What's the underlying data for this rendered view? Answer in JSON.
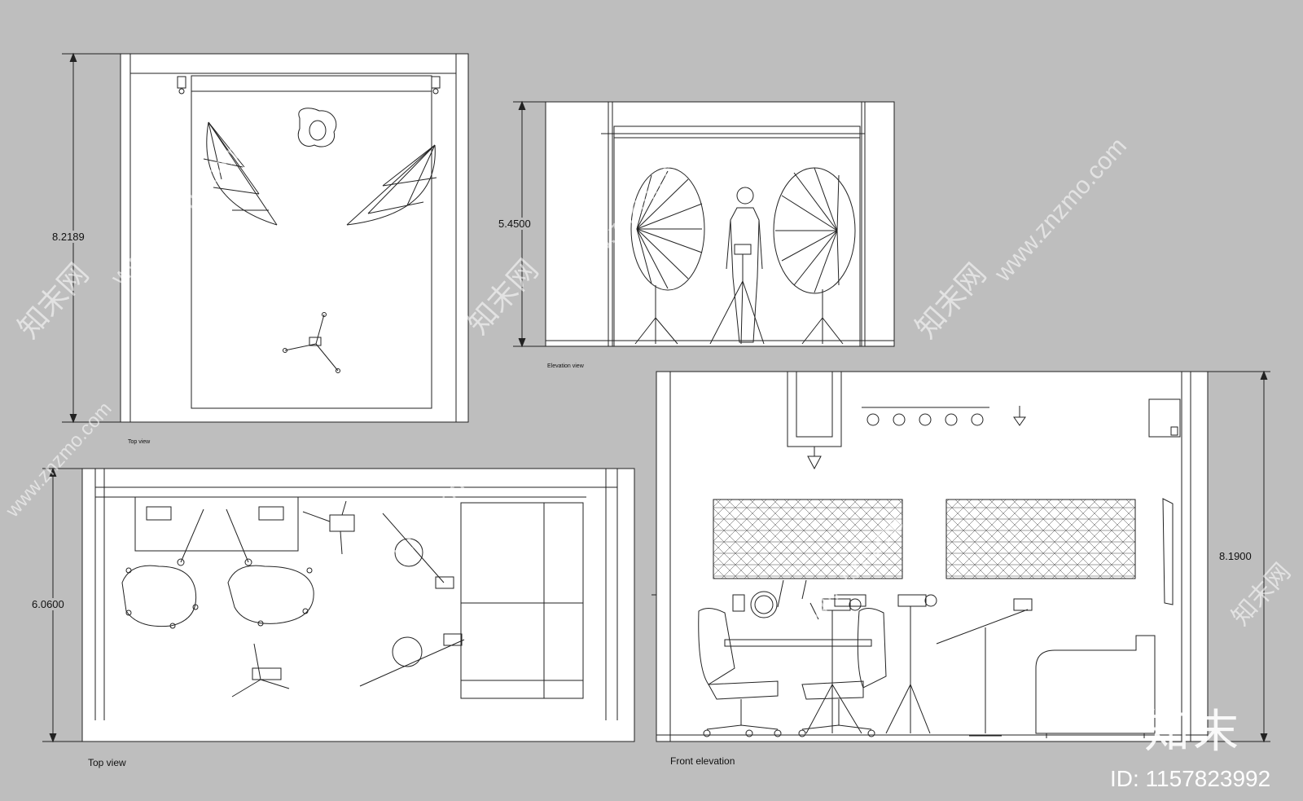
{
  "drawings": {
    "top_left": {
      "dimension": "8.2189",
      "caption": "Top view"
    },
    "top_right": {
      "dimension": "5.4500",
      "caption": "Elevation view"
    },
    "bottom_left": {
      "dimension": "6.0600",
      "caption": "Top view"
    },
    "bottom_right": {
      "dimension": "8.1900",
      "caption": "Front elevation"
    }
  },
  "watermark": {
    "site": "www.znzmo.com",
    "brand": "知末网",
    "logo": "知末",
    "id_label": "ID: 1157823992"
  }
}
